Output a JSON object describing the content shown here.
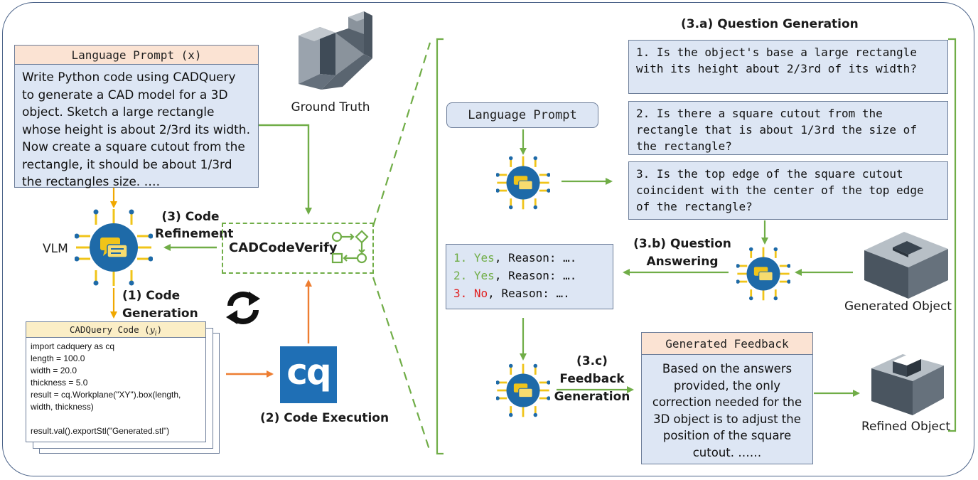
{
  "left": {
    "prompt_header": "Language Prompt (x)",
    "prompt_body": "Write Python code using CADQuery to generate a CAD model for a 3D object. Sketch a large rectangle whose height is about 2/3rd its width. Now create a square cutout from the rectangle, it should be about 1/3rd the rectangles size. ….",
    "ground_truth": "Ground Truth",
    "vlm": "VLM",
    "refinement_1": "(3) Code",
    "refinement_2": "Refinement",
    "generation_1": "(1) Code",
    "generation_2": "Generation",
    "verify": "CADCodeVerify",
    "code_header_prefix": "CADQuery Code (",
    "code_header_var": "y",
    "code_header_sub": "i",
    "code_header_suffix": ")",
    "code_lines": [
      "import cadquery as cq",
      "length = 100.0",
      "width = 20.0",
      "thickness = 5.0",
      "result = cq.Workplane(\"XY\").box(length,",
      "width, thickness)",
      "",
      "result.val().exportStl(\"Generated.stl\")"
    ],
    "cq_logo": "cq",
    "execution": "(2) Code Execution"
  },
  "right": {
    "question_generation": "(3.a) Question Generation",
    "language_prompt": "Language Prompt",
    "questions": [
      "1. Is the object's base a large rectangle with its height about 2/3rd of its width?",
      "2. Is there a square cutout from the rectangle that is about 1/3rd the size of the rectangle?",
      "3. Is the top edge of the square cutout coincident with the center of the top edge of the rectangle?"
    ],
    "answering_1": "(3.b) Question",
    "answering_2": "Answering",
    "answers": [
      {
        "num": "1.",
        "word": "Yes",
        "rest": ", Reason: …."
      },
      {
        "num": "2.",
        "word": "Yes",
        "rest": ", Reason: …."
      },
      {
        "num": "3.",
        "word": "No",
        "rest": ", Reason: …."
      }
    ],
    "generated_object": "Generated Object",
    "feedback_gen_1": "(3.c) Feedback",
    "feedback_gen_2": "Generation",
    "feedback_header": "Generated Feedback",
    "feedback_body": "Based on the answers provided, the only correction needed for the 3D object is to adjust the position of the square cutout. ……",
    "refined_object": "Refined Object"
  },
  "colors": {
    "green_arrow": "#70ad47",
    "orange_arrow": "#ed7d31",
    "answer_yes": "#70ad47",
    "answer_no": "#e02020",
    "cq_blue": "#1f6fb5",
    "vlm_blue": "#1e6aa8",
    "chip_yellow": "#f0c419"
  }
}
